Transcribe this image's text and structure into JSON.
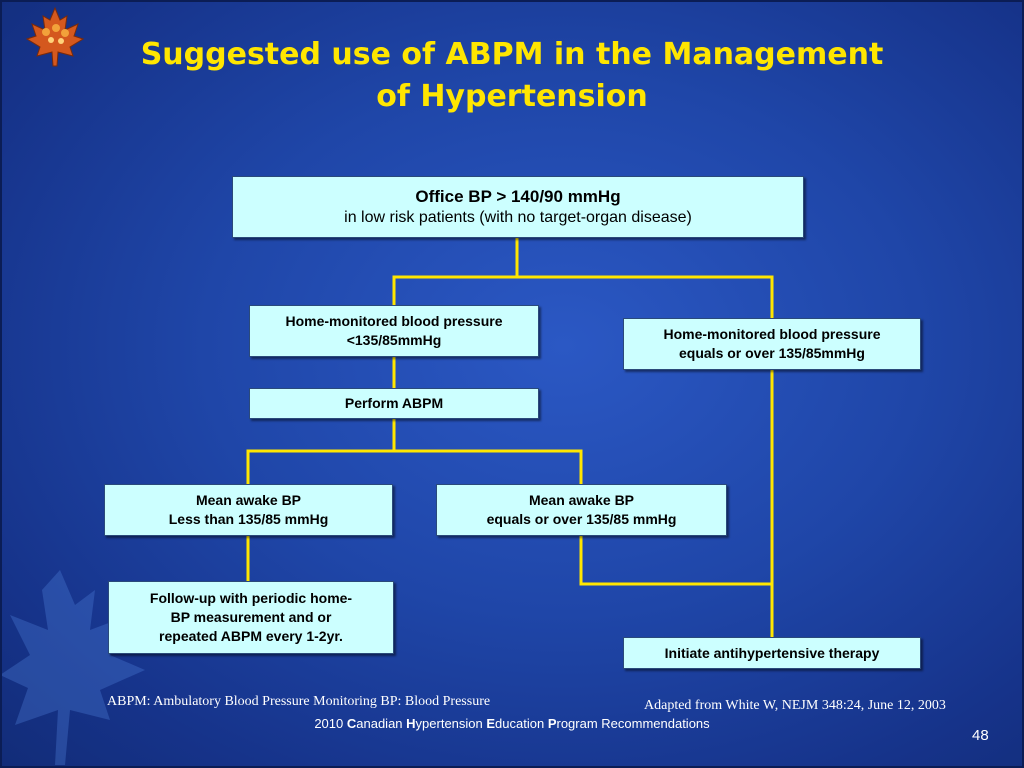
{
  "title": {
    "line1": "Suggested use of ABPM in the Management",
    "line2": "of Hypertension"
  },
  "icons": {
    "logo": "maple-leaf-logo-icon",
    "watermark": "maple-leaf-watermark-icon"
  },
  "colors": {
    "title": "#ffe600",
    "box_fill": "#ccffff",
    "connector": "#ffe600",
    "background": "#1f46a8"
  },
  "flowchart": {
    "office_bp": {
      "line1": "Office BP > 140/90 mmHg",
      "line2": "in low risk patients (with no target-organ disease)"
    },
    "home_low": {
      "line1": "Home-monitored blood pressure",
      "line2": "<135/85mmHg"
    },
    "home_high": {
      "line1": "Home-monitored blood pressure",
      "line2": "equals or over 135/85mmHg"
    },
    "perform_abpm": {
      "line1": "Perform ABPM"
    },
    "awake_low": {
      "line1": "Mean awake BP",
      "line2": "Less than 135/85 mmHg"
    },
    "awake_high": {
      "line1": "Mean awake BP",
      "line2": "equals or over 135/85 mmHg"
    },
    "follow_up": {
      "line1": "Follow-up with periodic home-",
      "line2": "BP measurement and or",
      "line3": "repeated ABPM every 1-2yr."
    },
    "initiate": {
      "line1": "Initiate antihypertensive therapy"
    }
  },
  "footer": {
    "abbreviations": "ABPM: Ambulatory Blood Pressure Monitoring BP: Blood Pressure",
    "source": "Adapted from White W, NEJM 348:24, June 12, 2003",
    "program": {
      "year": "2010 ",
      "c": "C",
      "c_rest": "anadian ",
      "h": "H",
      "h_rest": "ypertension ",
      "e": "E",
      "e_rest": "ducation ",
      "p": "P",
      "p_rest": "rogram Recommendations"
    },
    "page_number": "48"
  }
}
